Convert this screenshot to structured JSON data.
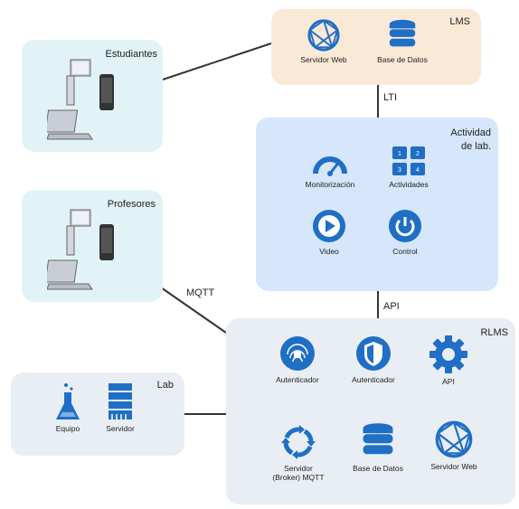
{
  "groups": {
    "lms": {
      "title": "LMS"
    },
    "estudiantes": {
      "title": "Estudiantes"
    },
    "profesores": {
      "title": "Profesores"
    },
    "actividad": {
      "title_line1": "Actividad",
      "title_line2": "de lab."
    },
    "lab": {
      "title": "Lab"
    },
    "rlms": {
      "title": "RLMS"
    }
  },
  "nodes": {
    "lms_web": {
      "label": "Servidor Web",
      "icon": "globe-icon"
    },
    "lms_db": {
      "label": "Base de Datos",
      "icon": "database-icon"
    },
    "act_monitor": {
      "label": "Monitorización",
      "icon": "gauge-icon"
    },
    "act_activities": {
      "label": "Actividades",
      "icon": "grid-icon"
    },
    "act_video": {
      "label": "Video",
      "icon": "play-icon"
    },
    "act_control": {
      "label": "Control",
      "icon": "power-icon"
    },
    "rlms_auth1": {
      "label": "Autenticador",
      "icon": "fingerprint-icon"
    },
    "rlms_auth2": {
      "label": "Autenticador",
      "icon": "shield-icon"
    },
    "rlms_api": {
      "label": "API",
      "icon": "gear-icon"
    },
    "rlms_broker": {
      "label_line1": "Servidor",
      "label_line2": "(Broker) MQTT",
      "icon": "sync-icon"
    },
    "rlms_db": {
      "label": "Base de Datos",
      "icon": "database-icon"
    },
    "rlms_web": {
      "label": "Servidor Web",
      "icon": "globe-icon"
    },
    "lab_equipo": {
      "label": "Equipo",
      "icon": "flask-icon"
    },
    "lab_servidor": {
      "label": "Servidor",
      "icon": "server-icon"
    }
  },
  "edges": {
    "lti": "LTI",
    "api": "API",
    "mqtt": "MQTT"
  },
  "colors": {
    "icon_blue": "#1f6fc5",
    "lms_bg": "#fbe9d8",
    "client_bg": "#e1f3f7",
    "activity_bg": "#d6e6fb",
    "rlms_bg": "#e9eef5",
    "lab_bg": "#e9eef5"
  }
}
